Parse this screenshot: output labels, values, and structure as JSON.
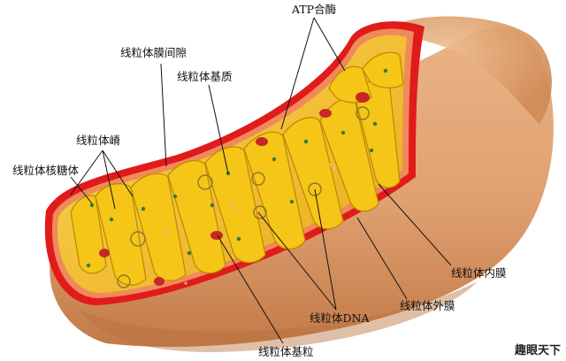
{
  "labels": {
    "atp_synthase": "ATP合酶",
    "intermembrane_space": "线粒体膜间隙",
    "matrix": "线粒体基质",
    "cristae": "线粒体嵴",
    "ribosome": "线粒体核糖体",
    "inner_membrane": "线粒体内膜",
    "outer_membrane": "线粒体外膜",
    "dna": "线粒体DNA",
    "granule": "线粒体基粒"
  },
  "watermark": {
    "text": "趣眼天下"
  },
  "colors": {
    "outer_body": "#e0a070",
    "outer_shade": "#c9814d",
    "membrane_red": "#e11b1b",
    "matrix_yellow": "#f7c52a",
    "crista_yellow": "#f5c518",
    "ribosome_green": "#2e7d32",
    "atp_red": "#c62828"
  }
}
